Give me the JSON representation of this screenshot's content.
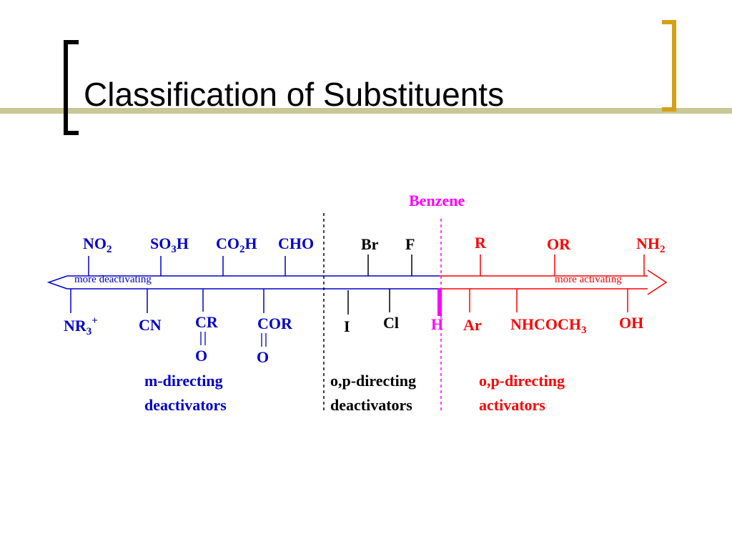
{
  "slide": {
    "title": "Classification of Substituents"
  },
  "diagram": {
    "benzene_label": "Benzene",
    "more_deactivating": "more deactivating",
    "more_activating": "more activating",
    "top_labels": {
      "no2": "NO",
      "no2_sub": "2",
      "so3h_a": "SO",
      "so3h_sub": "3",
      "so3h_b": "H",
      "co2h_a": "CO",
      "co2h_sub": "2",
      "co2h_b": "H",
      "cho": "CHO",
      "br": "Br",
      "f": "F",
      "r": "R",
      "or": "OR",
      "nh2": "NH",
      "nh2_sub": "2"
    },
    "bottom_labels": {
      "nr3": "NR",
      "nr3_sub": "3",
      "nr3_sup": "+",
      "cn": "CN",
      "cr": "CR",
      "cr_o": "O",
      "cor": "COR",
      "cor_o": "O",
      "i": "I",
      "cl": "Cl",
      "h": "H",
      "ar": "Ar",
      "nhcoch3": "NHCOCH",
      "nhcoch3_sub": "3",
      "oh": "OH"
    },
    "groups": {
      "meta_line1": "m-directing",
      "meta_line2": "deactivators",
      "op_deact_line1": "o,p-directing",
      "op_deact_line2": "deactivators",
      "op_act_line1": "o,p-directing",
      "op_act_line2": "activators"
    }
  },
  "colors": {
    "blue": "#0000cc",
    "red": "#ff0000",
    "magenta": "#ff00ff",
    "olive": "#c8c896",
    "gold": "#d4a017"
  }
}
